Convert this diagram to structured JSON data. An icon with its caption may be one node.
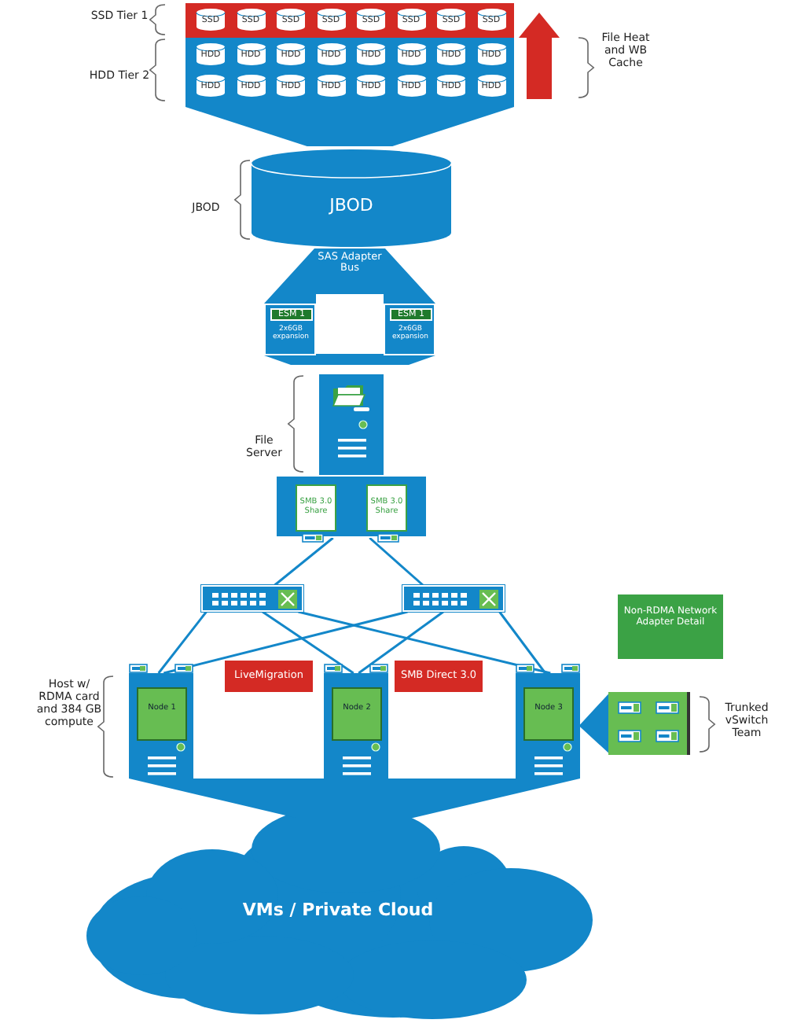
{
  "diagram": {
    "nodes": [
      {
        "text": [],
        "shape": "box"
      },
      {
        "text": [],
        "shape": "box"
      },
      {
        "text": [
          "SSD"
        ],
        "in": 0
      },
      {
        "text": [
          "SSD"
        ],
        "in": 0
      },
      {
        "text": [
          "SSD"
        ],
        "in": 0
      },
      {
        "text": [
          "SSD"
        ],
        "in": 0
      },
      {
        "text": [
          "SSD"
        ],
        "in": 0
      },
      {
        "text": [
          "SSD"
        ],
        "in": 0
      },
      {
        "text": [
          "SSD"
        ],
        "in": 0
      },
      {
        "text": [
          "SSD"
        ],
        "in": 0
      },
      {
        "text": [
          "HDD"
        ],
        "in": 1
      },
      {
        "text": [
          "HDD"
        ],
        "in": 1
      },
      {
        "text": [
          "HDD"
        ],
        "in": 1
      },
      {
        "text": [
          "HDD"
        ],
        "in": 1
      },
      {
        "text": [
          "HDD"
        ],
        "in": 1
      },
      {
        "text": [
          "HDD"
        ],
        "in": 1
      },
      {
        "text": [
          "HDD"
        ],
        "in": 1
      },
      {
        "text": [
          "HDD"
        ],
        "in": 1
      },
      {
        "text": [
          "HDD"
        ],
        "in": 1
      },
      {
        "text": [
          "HDD"
        ],
        "in": 1
      },
      {
        "text": [
          "HDD"
        ],
        "in": 1
      },
      {
        "text": [
          "HDD"
        ],
        "in": 1
      },
      {
        "text": [
          "HDD"
        ],
        "in": 1
      },
      {
        "text": [
          "HDD"
        ],
        "in": 1
      },
      {
        "text": [
          "HDD"
        ],
        "in": 1
      },
      {
        "text": [
          "HDD"
        ],
        "in": 1
      },
      {
        "text": [
          "JBOD"
        ]
      },
      {
        "text": [
          "SAS Adapter Bus"
        ]
      },
      {
        "text": [
          "ESM 1",
          "2x6GB expansion"
        ],
        "in": 27
      },
      {
        "text": [
          "ESM 1",
          "2x6GB expansion"
        ],
        "in": 27
      },
      {
        "text": [],
        "shape": "box"
      },
      {
        "text": [],
        "shape": "box"
      },
      {
        "text": [
          "SMB 3.0 Share"
        ],
        "in": 31
      },
      {
        "text": [
          "SMB 3.0 Share"
        ],
        "in": 31
      },
      {
        "text": [],
        "shape": "box"
      },
      {
        "text": [],
        "shape": "box"
      },
      {
        "text": [
          "LiveMigration"
        ]
      },
      {
        "text": [
          "SMB Direct 3.0"
        ]
      },
      {
        "text": [
          "Non-RDMA Network Adapter Detail"
        ]
      },
      {
        "text": [],
        "shape": "box"
      },
      {
        "text": [
          "Node 1"
        ],
        "in": 39
      },
      {
        "text": [],
        "shape": "box"
      },
      {
        "text": [
          "Node 2"
        ],
        "in": 41
      },
      {
        "text": [],
        "shape": "box"
      },
      {
        "text": [
          "Node 3"
        ],
        "in": 43
      },
      {
        "text": [],
        "shape": "box"
      },
      {
        "text": [
          "VMs / Private Cloud"
        ]
      },
      {
        "text": [],
        "shape": "funnel"
      },
      {
        "text": [],
        "shape": "funnel"
      }
    ],
    "edges": [
      {
        "from": 31,
        "to": 34,
        "arrow": "none"
      },
      {
        "from": 31,
        "to": 35,
        "arrow": "none"
      },
      {
        "from": 34,
        "to": 39,
        "arrow": "none"
      },
      {
        "from": 34,
        "to": 41,
        "arrow": "none"
      },
      {
        "from": 34,
        "to": 43,
        "arrow": "none"
      },
      {
        "from": 35,
        "to": 39,
        "arrow": "none"
      },
      {
        "from": 35,
        "to": 41,
        "arrow": "none"
      },
      {
        "from": 35,
        "to": 43,
        "arrow": "none"
      },
      {
        "from": 43,
        "to": 45,
        "arrow": "none",
        "style": "thick"
      },
      {
        "from": 1,
        "to": 0,
        "arrow": "to",
        "style": "thick",
        "color": "#d42a24"
      }
    ],
    "labels": [
      "SSD Tier 1",
      "HDD Tier 2",
      "File Heat and WB Cache",
      "JBOD",
      "File Server",
      "Host w/ RDMA card and 384 GB compute",
      "Trunked vSwitch Team"
    ]
  }
}
